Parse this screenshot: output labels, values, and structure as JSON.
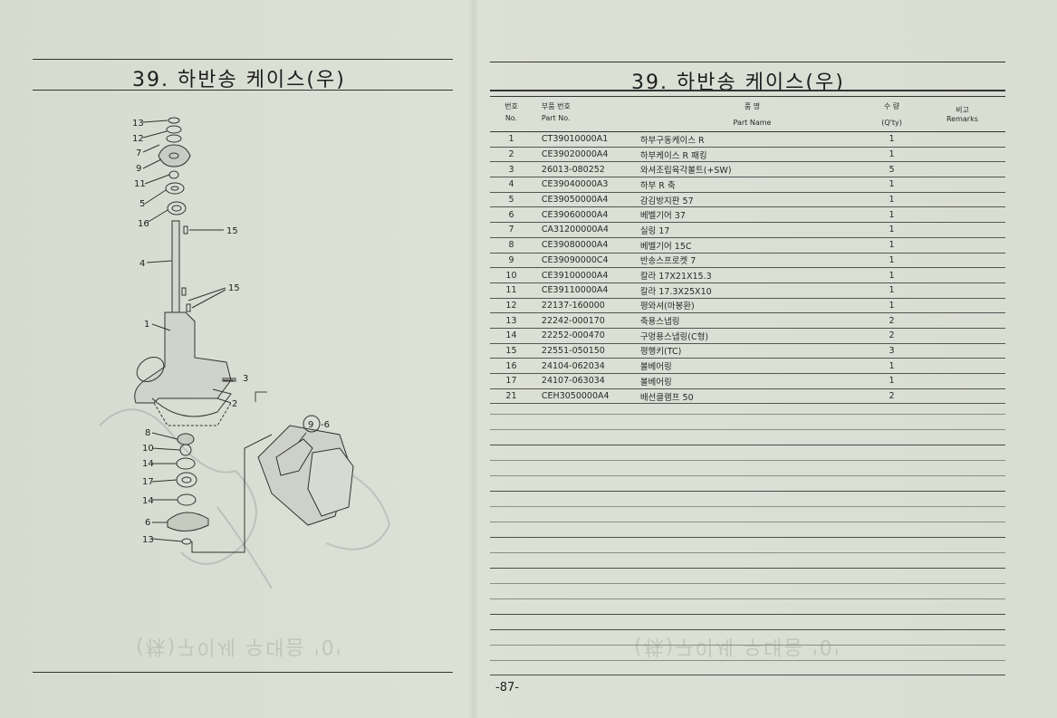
{
  "left_page": {
    "title": "39. 하반송 케이스(우)"
  },
  "right_page": {
    "title": "39. 하반송 케이스(우)",
    "page_number": "-87-"
  },
  "callouts": [
    {
      "label": "13"
    },
    {
      "label": "12"
    },
    {
      "label": "7"
    },
    {
      "label": "9"
    },
    {
      "label": "11"
    },
    {
      "label": "5"
    },
    {
      "label": "16"
    },
    {
      "label": "15"
    },
    {
      "label": "4"
    },
    {
      "label": "15"
    },
    {
      "label": "1"
    },
    {
      "label": "3"
    },
    {
      "label": "2"
    },
    {
      "label": "8"
    },
    {
      "label": "10"
    },
    {
      "label": "14"
    },
    {
      "label": "17"
    },
    {
      "label": "14"
    },
    {
      "label": "6"
    },
    {
      "label": "13"
    },
    {
      "label": "9"
    },
    {
      "label": "-6"
    }
  ],
  "table": {
    "headers": {
      "no_ko": "번호",
      "no_en": "No.",
      "part_ko": "부품 번호",
      "part_en": "Part  No.",
      "name_ko": "품          명",
      "name_en": "Part          Name",
      "qty_ko": "수  량",
      "qty_en": "(Q'ty)",
      "remarks_ko": "비고",
      "remarks_en": "Remarks"
    },
    "rows": [
      {
        "no": "1",
        "part": "CT39010000A1",
        "name": "하부구동케이스 R",
        "qty": "1"
      },
      {
        "no": "2",
        "part": "CE39020000A4",
        "name": "하부케이스 R 패킹",
        "qty": "1"
      },
      {
        "no": "3",
        "part": "26013-080252",
        "name": "와셔조립육각볼트(+SW)",
        "qty": "5"
      },
      {
        "no": "4",
        "part": "CE39040000A3",
        "name": "하부 R 축",
        "qty": "1"
      },
      {
        "no": "5",
        "part": "CE39050000A4",
        "name": "감김방지판 57",
        "qty": "1"
      },
      {
        "no": "6",
        "part": "CE39060000A4",
        "name": "베벨기어 37",
        "qty": "1"
      },
      {
        "no": "7",
        "part": "CA31200000A4",
        "name": "실링 17",
        "qty": "1"
      },
      {
        "no": "8",
        "part": "CE39080000A4",
        "name": "베벨기어 15C",
        "qty": "1"
      },
      {
        "no": "9",
        "part": "CE39090000C4",
        "name": "반송스프로켓 7",
        "qty": "1"
      },
      {
        "no": "10",
        "part": "CE39100000A4",
        "name": "칼라 17X21X15.3",
        "qty": "1"
      },
      {
        "no": "11",
        "part": "CE39110000A4",
        "name": "칼라 17.3X25X10",
        "qty": "1"
      },
      {
        "no": "12",
        "part": "22137-160000",
        "name": "평와셔(마봉환)",
        "qty": "1"
      },
      {
        "no": "13",
        "part": "22242-000170",
        "name": "축용스냅링",
        "qty": "2"
      },
      {
        "no": "14",
        "part": "22252-000470",
        "name": "구멍용스냅링(C형)",
        "qty": "2"
      },
      {
        "no": "15",
        "part": "22551-050150",
        "name": "평행키(TC)",
        "qty": "3"
      },
      {
        "no": "16",
        "part": "24104-062034",
        "name": "볼베어링",
        "qty": "1"
      },
      {
        "no": "17",
        "part": "24107-063034",
        "name": "볼베어링",
        "qty": "1"
      },
      {
        "no": "21",
        "part": "CEH3050000A4",
        "name": "배선클램프 50",
        "qty": "2"
      }
    ]
  }
}
